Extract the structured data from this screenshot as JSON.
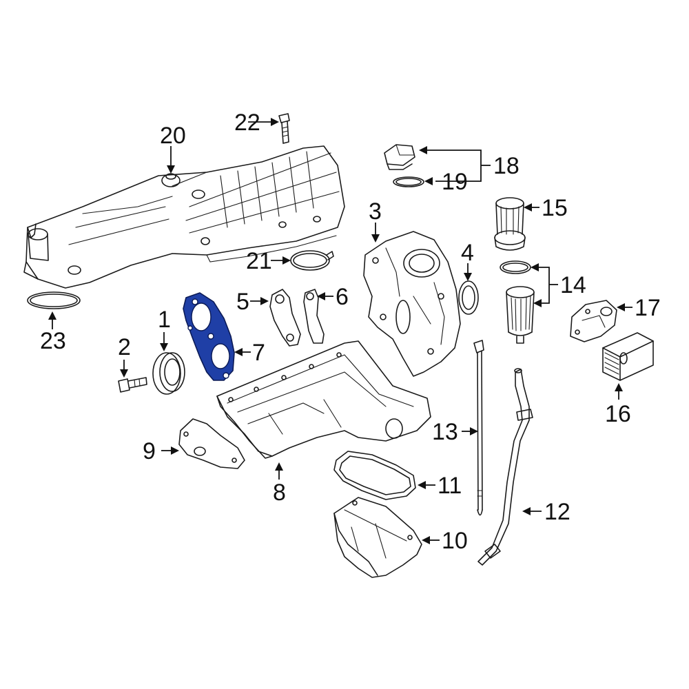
{
  "diagram": {
    "highlight_color": "#1f3fa6",
    "callouts": [
      {
        "id": "c1",
        "label": "1"
      },
      {
        "id": "c2",
        "label": "2"
      },
      {
        "id": "c3",
        "label": "3"
      },
      {
        "id": "c4",
        "label": "4"
      },
      {
        "id": "c5",
        "label": "5"
      },
      {
        "id": "c6",
        "label": "6"
      },
      {
        "id": "c7",
        "label": "7"
      },
      {
        "id": "c8",
        "label": "8"
      },
      {
        "id": "c9",
        "label": "9"
      },
      {
        "id": "c10",
        "label": "10"
      },
      {
        "id": "c11",
        "label": "11"
      },
      {
        "id": "c12",
        "label": "12"
      },
      {
        "id": "c13",
        "label": "13"
      },
      {
        "id": "c14",
        "label": "14"
      },
      {
        "id": "c15",
        "label": "15"
      },
      {
        "id": "c16",
        "label": "16"
      },
      {
        "id": "c17",
        "label": "17"
      },
      {
        "id": "c18",
        "label": "18"
      },
      {
        "id": "c19",
        "label": "19"
      },
      {
        "id": "c20",
        "label": "20"
      },
      {
        "id": "c21",
        "label": "21"
      },
      {
        "id": "c22",
        "label": "22"
      },
      {
        "id": "c23",
        "label": "23"
      }
    ]
  }
}
